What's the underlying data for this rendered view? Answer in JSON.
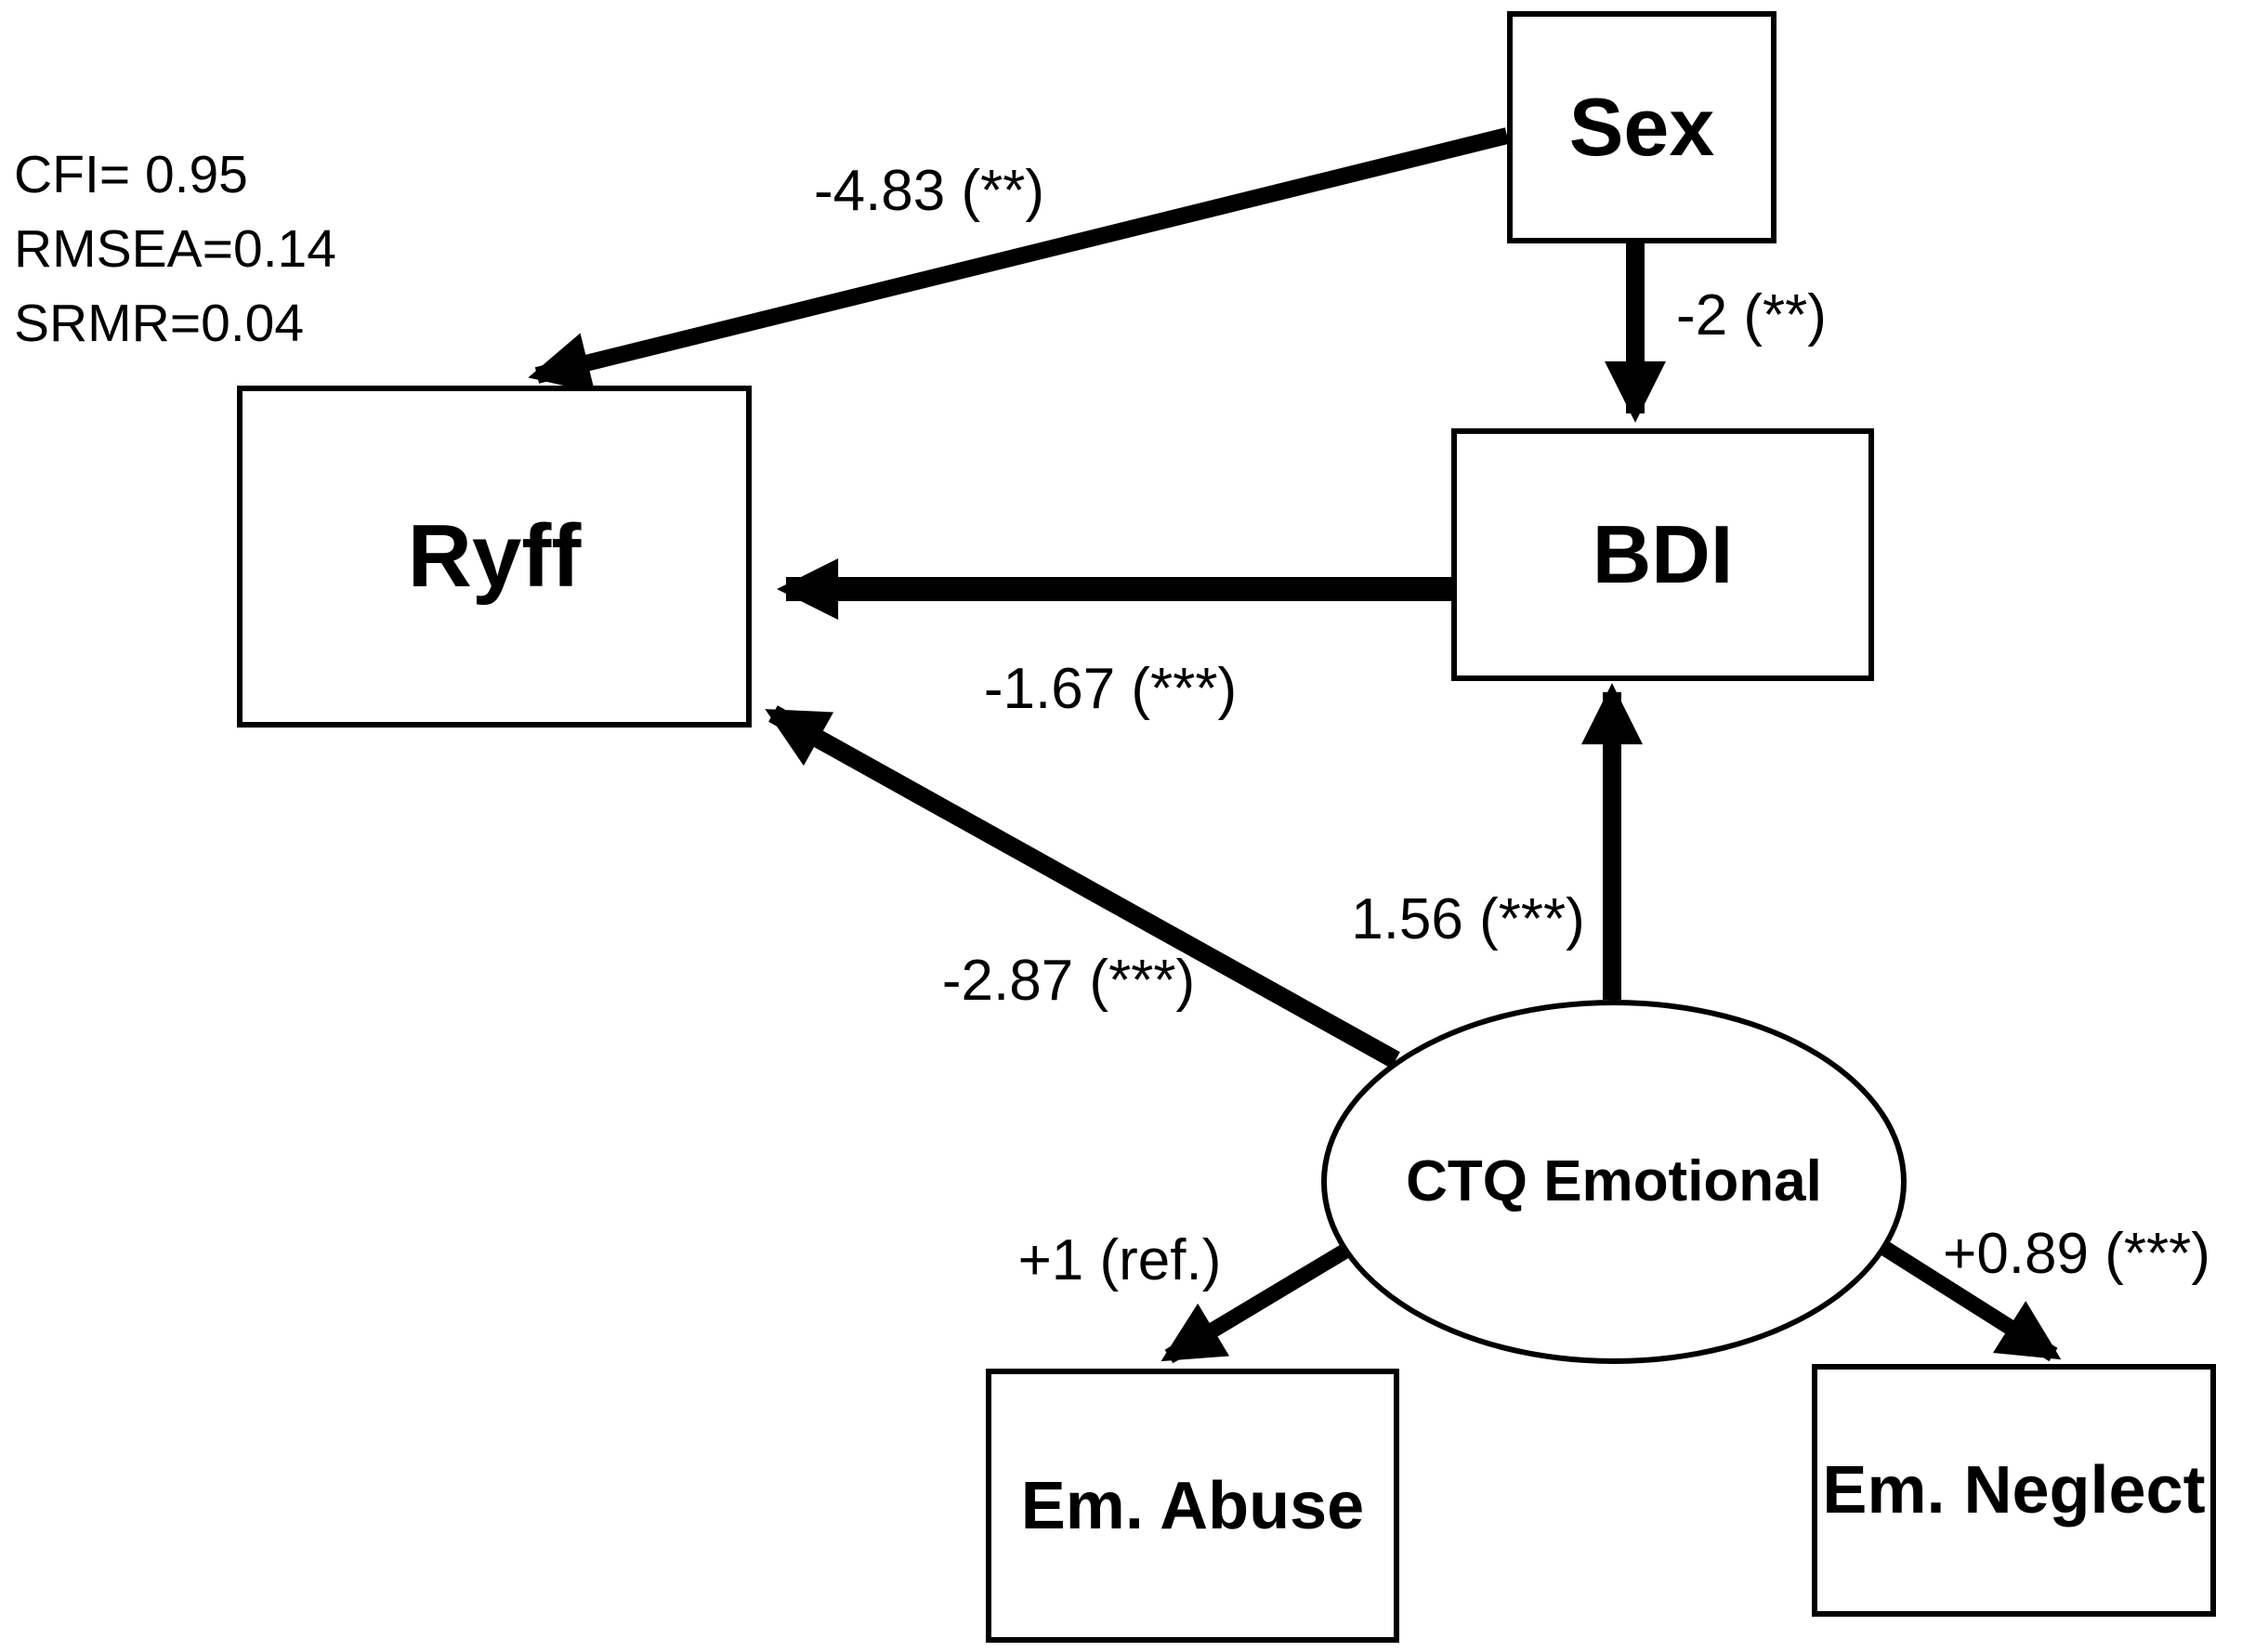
{
  "figure": {
    "type": "SEM path diagram",
    "background_color": "#ffffff",
    "ink_color": "#000000"
  },
  "fit_statistics": {
    "cfi": "CFI= 0.95",
    "rmsea": "RMSEA=0.14",
    "srmr": "SRMR=0.04"
  },
  "nodes": {
    "sex": {
      "label": "Sex",
      "shape": "rectangle"
    },
    "ryff": {
      "label": "Ryff",
      "shape": "rectangle"
    },
    "bdi": {
      "label": "BDI",
      "shape": "rectangle"
    },
    "ctq": {
      "label": "CTQ Emotional",
      "shape": "ellipse"
    },
    "em_abuse": {
      "label": "Em. Abuse",
      "shape": "rectangle"
    },
    "em_neglect": {
      "label": "Em. Neglect",
      "shape": "rectangle"
    }
  },
  "paths": [
    {
      "from": "Sex",
      "to": "Ryff",
      "label": "-4.83 (**)"
    },
    {
      "from": "Sex",
      "to": "BDI",
      "label": "-2 (**)"
    },
    {
      "from": "BDI",
      "to": "Ryff",
      "label": "-1.67 (***)"
    },
    {
      "from": "CTQ Emotional",
      "to": "Ryff",
      "label": "-2.87 (***)"
    },
    {
      "from": "CTQ Emotional",
      "to": "BDI",
      "label": "1.56 (***)"
    },
    {
      "from": "CTQ Emotional",
      "to": "Em. Abuse",
      "label": "+1 (ref.)"
    },
    {
      "from": "CTQ Emotional",
      "to": "Em. Neglect",
      "label": "+0.89 (***)"
    }
  ]
}
